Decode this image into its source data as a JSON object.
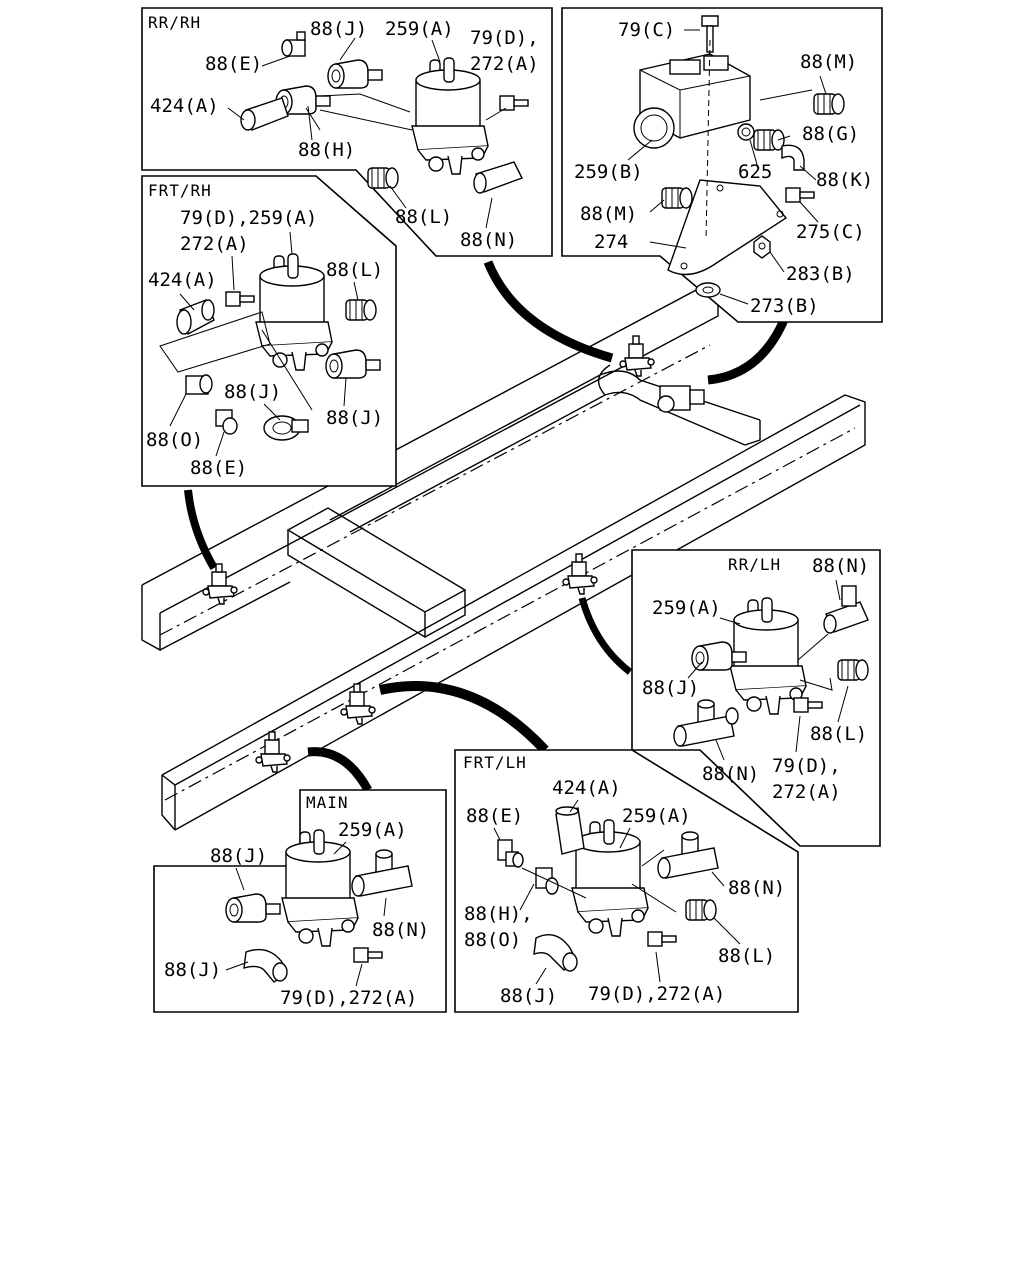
{
  "panels": {
    "rr_rh": {
      "title": "RR/RH",
      "labels": [
        "88(J)",
        "259(A)",
        "79(D),",
        "272(A)",
        "88(E)",
        "424(A)",
        "88(H)",
        "88(L)",
        "88(N)"
      ]
    },
    "rr_rh_bracket": {
      "labels": [
        "79(C)",
        "88(M)",
        "88(G)",
        "625",
        "88(K)",
        "259(B)",
        "88(M)",
        "275(C)",
        "274",
        "283(B)",
        "273(B)"
      ]
    },
    "frt_rh": {
      "title": "FRT/RH",
      "labels": [
        "79(D),259(A)",
        "272(A)",
        "424(A)",
        "88(L)",
        "88(J)",
        "88(O)",
        "88(J)",
        "88(E)"
      ]
    },
    "rr_lh": {
      "title": "RR/LH",
      "labels": [
        "88(N)",
        "259(A)",
        "88(J)",
        "88(L)",
        "88(N)",
        "79(D),",
        "272(A)"
      ]
    },
    "frt_lh": {
      "title": "FRT/LH",
      "labels": [
        "424(A)",
        "88(E)",
        "259(A)",
        "88(N)",
        "88(H),",
        "88(O)",
        "88(L)",
        "88(J)",
        "79(D),272(A)"
      ]
    },
    "main": {
      "title": "MAIN",
      "labels": [
        "259(A)",
        "88(J)",
        "88(N)",
        "88(J)",
        "79(D),272(A)"
      ]
    }
  }
}
